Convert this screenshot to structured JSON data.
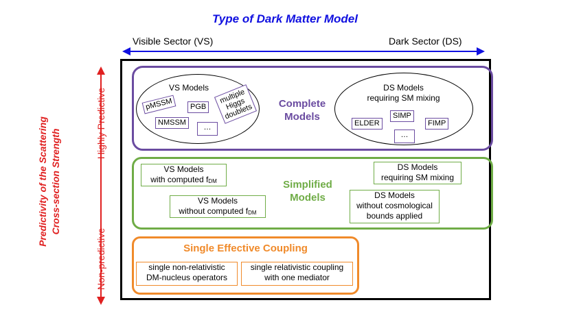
{
  "title": "Type of Dark Matter Model",
  "x_axis": {
    "left_label": "Visible Sector (VS)",
    "right_label": "Dark Sector (DS)"
  },
  "y_axis": {
    "title_line1": "Predictivity of the Scattering",
    "title_line2": "Cross-section Strength",
    "top_label": "Highly Predictive",
    "bottom_label": "Non-predictive"
  },
  "colors": {
    "title": "#1010e0",
    "axis_red": "#e02020",
    "complete": "#6a4ba0",
    "simplified": "#6fac46",
    "single": "#f08a2a"
  },
  "complete": {
    "label_line1": "Complete",
    "label_line2": "Models",
    "vs": {
      "heading": "VS Models",
      "items": [
        "pMSSM",
        "PGB",
        "NMSSM",
        "…"
      ],
      "multi_higgs": [
        "multiple",
        "Higgs",
        "doublets"
      ]
    },
    "ds": {
      "heading_line1": "DS Models",
      "heading_line2": "requiring SM mixing",
      "items": [
        "ELDER",
        "SIMP",
        "FIMP",
        "…"
      ]
    }
  },
  "simplified": {
    "label_line1": "Simplified",
    "label_line2": "Models",
    "vs_computed": {
      "line1": "VS Models",
      "line2": "with computed f",
      "sub": "DM"
    },
    "vs_not_computed": {
      "line1": "VS Models",
      "line2": "without computed f",
      "sub": "DM"
    },
    "ds_mixing": {
      "line1": "DS Models",
      "line2": "requiring SM mixing"
    },
    "ds_no_bounds": {
      "line1": "DS Models",
      "line2": "without cosmological",
      "line3": "bounds applied"
    }
  },
  "single": {
    "label": "Single Effective Coupling",
    "box1": {
      "line1": "single non-relativistic",
      "line2": "DM-nucleus operators"
    },
    "box2": {
      "line1": "single relativistic coupling",
      "line2": "with one mediator"
    }
  }
}
